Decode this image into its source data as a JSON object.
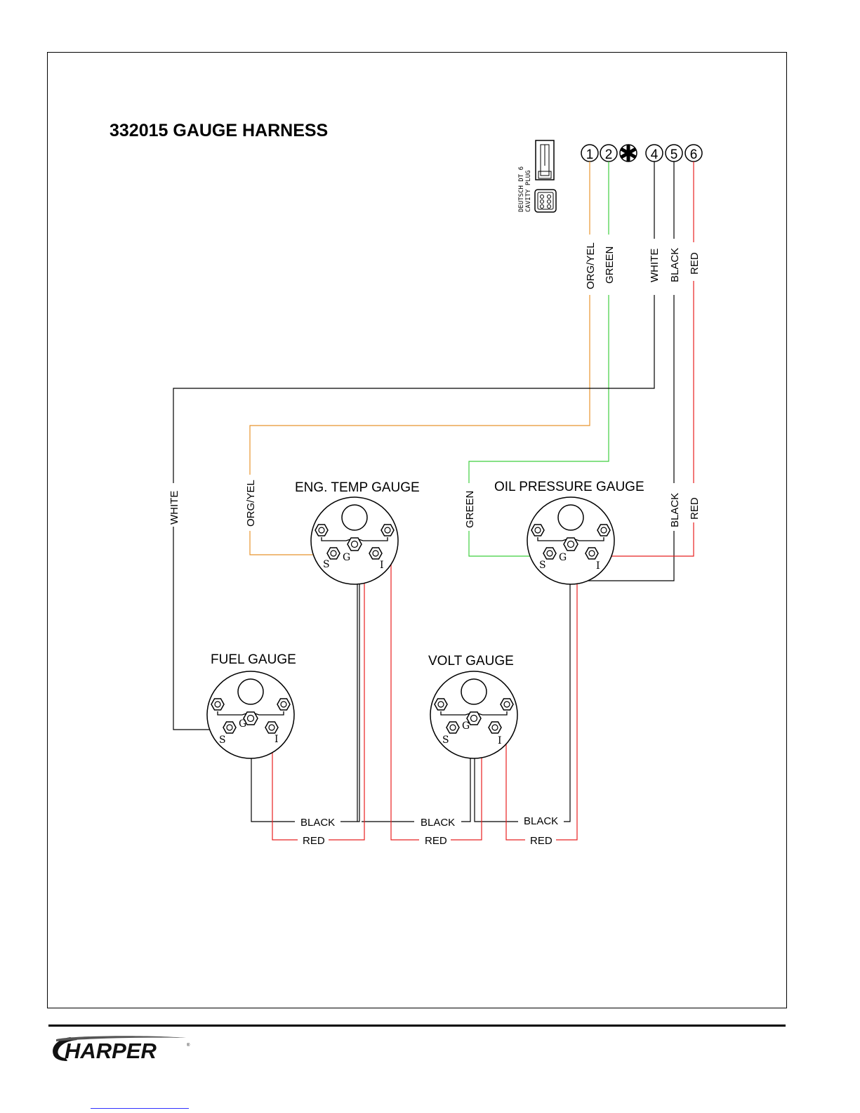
{
  "title": "332015 GAUGE HARNESS",
  "connector": {
    "line1": "DEUTSCH DT 6",
    "line2": "CAVITY PLUG",
    "pins": [
      "1",
      "2",
      "4",
      "5",
      "6"
    ]
  },
  "wire_labels": {
    "pin1": "ORG/YEL",
    "pin2": "GREEN",
    "pin4": "WHITE",
    "pin5": "BLACK",
    "pin6": "RED",
    "white_vertical": "WHITE",
    "orgyel_vertical": "ORG/YEL",
    "green_vertical": "GREEN",
    "black_vertical": "BLACK",
    "red_vertical": "RED",
    "black_bottom_1": "BLACK",
    "black_bottom_2": "BLACK",
    "black_bottom_3": "BLACK",
    "red_bottom_1": "RED",
    "red_bottom_2": "RED",
    "red_bottom_3": "RED"
  },
  "gauges": {
    "eng_temp": "ENG. TEMP GAUGE",
    "oil_pressure": "OIL PRESSURE GAUGE",
    "fuel": "FUEL GAUGE",
    "volt": "VOLT GAUGE"
  },
  "terminals": {
    "s": "S",
    "g": "G",
    "i": "I"
  },
  "colors": {
    "org_yel": "#e8952e",
    "green": "#3fcf3f",
    "red": "#e82020",
    "black": "#000000",
    "white_wire": "#000000"
  },
  "logo": {
    "brand": "HARPER"
  }
}
